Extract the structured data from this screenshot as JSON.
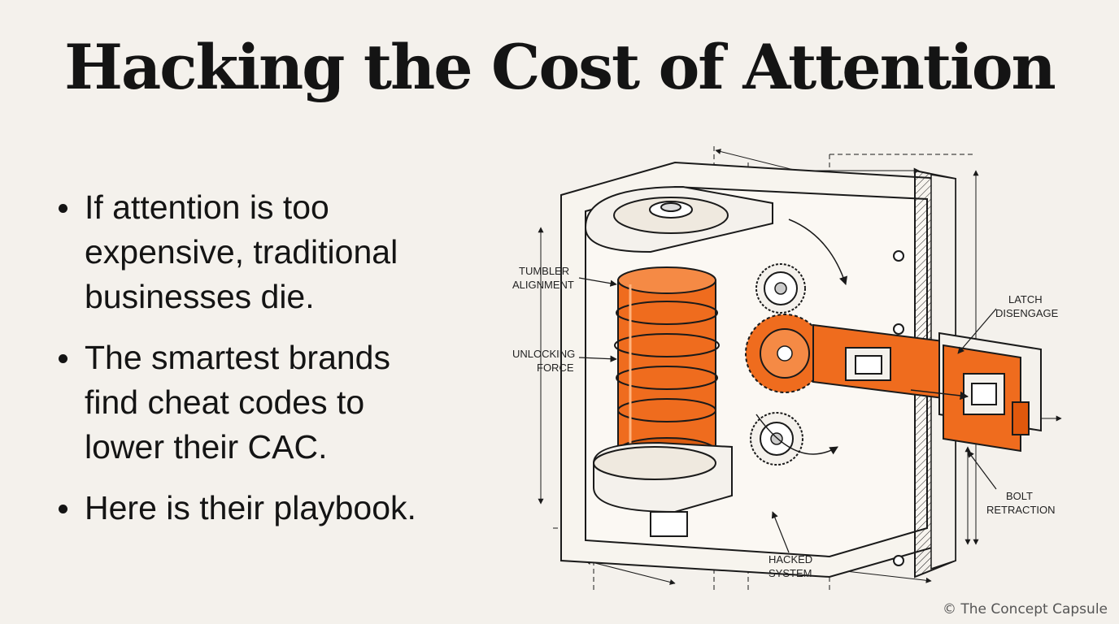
{
  "title": "Hacking the Cost of Attention",
  "bullets": [
    {
      "line1": "If attention is too",
      "line2": "expensive, traditional",
      "line3": "businesses die."
    },
    {
      "line1": "The smartest brands",
      "line2": "find cheat codes to",
      "line3": "lower their CAC."
    },
    {
      "line1": "Here is their playbook."
    }
  ],
  "diagram": {
    "labels": {
      "tumbler_1": "TUMBLER",
      "tumbler_2": "ALIGNMENT",
      "unlocking_1": "UNLOCKING",
      "unlocking_2": "FORCE",
      "latch_1": "LATCH",
      "latch_2": "DISENGAGE",
      "bolt_1": "BOLT",
      "bolt_2": "RETRACTION",
      "hacked_1": "HACKED",
      "hacked_2": "SYSTEM"
    },
    "colors": {
      "accent": "#ef6c1e",
      "ink": "#1a1a1a",
      "paper": "#f4f1ec"
    }
  },
  "copyright": "© The Concept Capsule"
}
